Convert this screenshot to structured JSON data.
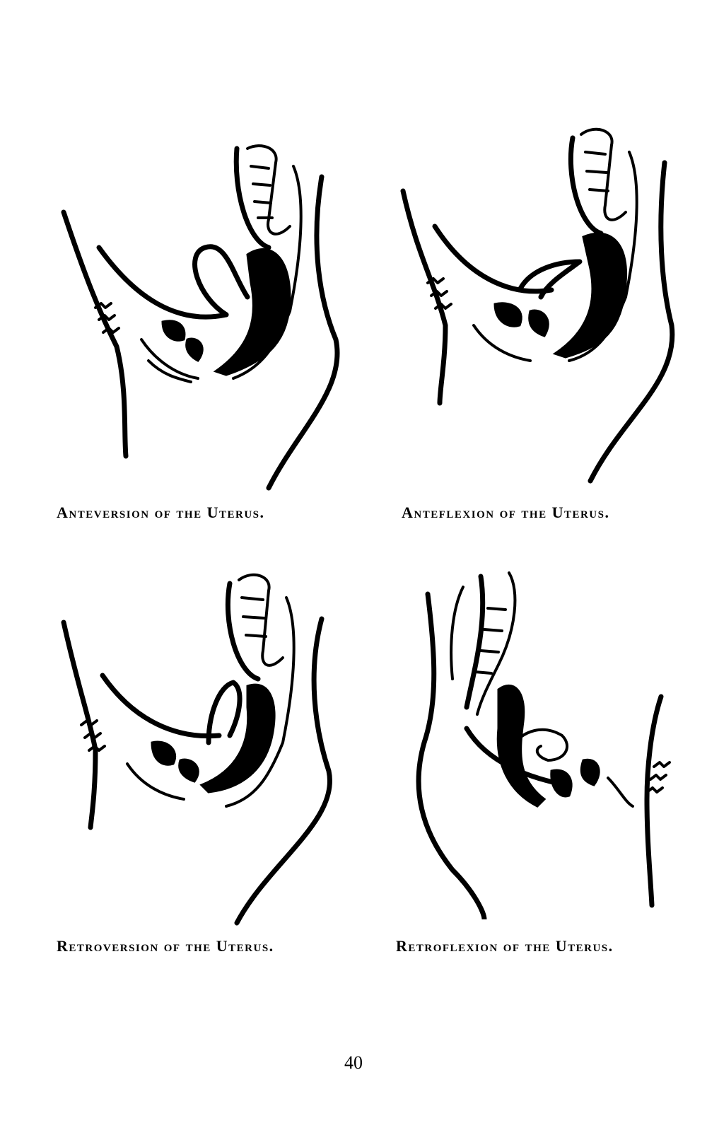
{
  "figures": [
    {
      "id": "anteversion",
      "caption": "Anteversion of the Uterus."
    },
    {
      "id": "anteflexion",
      "caption": "Anteflexion of the Uterus."
    },
    {
      "id": "retroversion",
      "caption": "Retroversion of the Uterus."
    },
    {
      "id": "retroflexion",
      "caption": "Retroflexion of the Uterus."
    }
  ],
  "page_number": "40"
}
